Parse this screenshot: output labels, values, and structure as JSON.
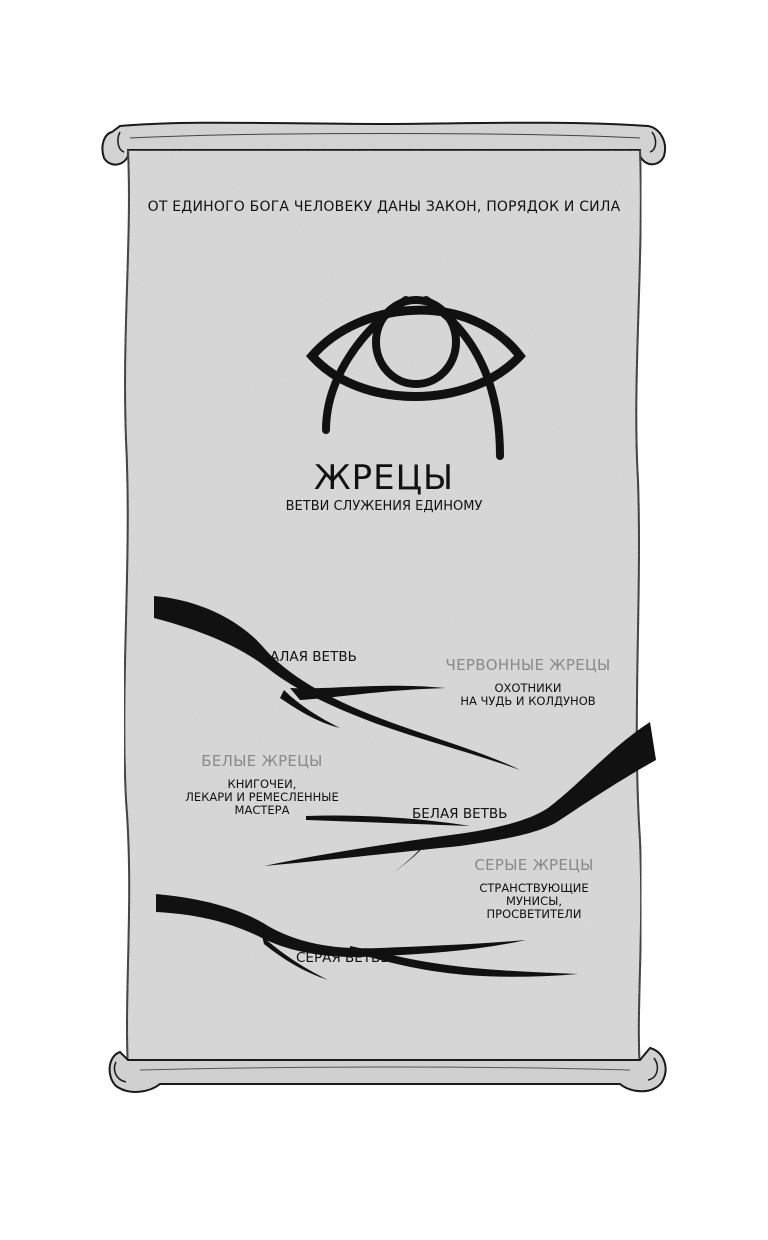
{
  "motto": "ОТ ЕДИНОГО БОГА ЧЕЛОВЕКУ ДАНЫ ЗАКОН, ПОРЯДОК И СИЛА",
  "symbol_icon": "eye-sigil-icon",
  "title": "ЖРЕЦЫ",
  "subtitle": "ВЕТВИ СЛУЖЕНИЯ ЕДИНОМУ",
  "branches": [
    {
      "label": "АЛАЯ ВЕТВЬ"
    },
    {
      "label": "БЕЛАЯ ВЕТВЬ"
    },
    {
      "label": "СЕРАЯ ВЕТВЬ"
    }
  ],
  "orders": [
    {
      "title": "ЧЕРВОННЫЕ ЖРЕЦЫ",
      "description": "ОХОТНИКИ\nНА ЧУДЬ И КОЛДУНОВ"
    },
    {
      "title": "БЕЛЫЕ ЖРЕЦЫ",
      "description": "КНИГОЧЕИ,\nЛЕКАРИ И РЕМЕСЛЕННЫЕ\nМАСТЕРА"
    },
    {
      "title": "СЕРЫЕ ЖРЕЦЫ",
      "description": "СТРАНСТВУЮЩИЕ\nМУНИСЫ,\nПРОСВЕТИТЕЛИ"
    }
  ],
  "colors": {
    "parchment": "#d9d9d9",
    "ink": "#111111",
    "order_title": "#8a8a8a",
    "outline": "#1a1a1a"
  }
}
